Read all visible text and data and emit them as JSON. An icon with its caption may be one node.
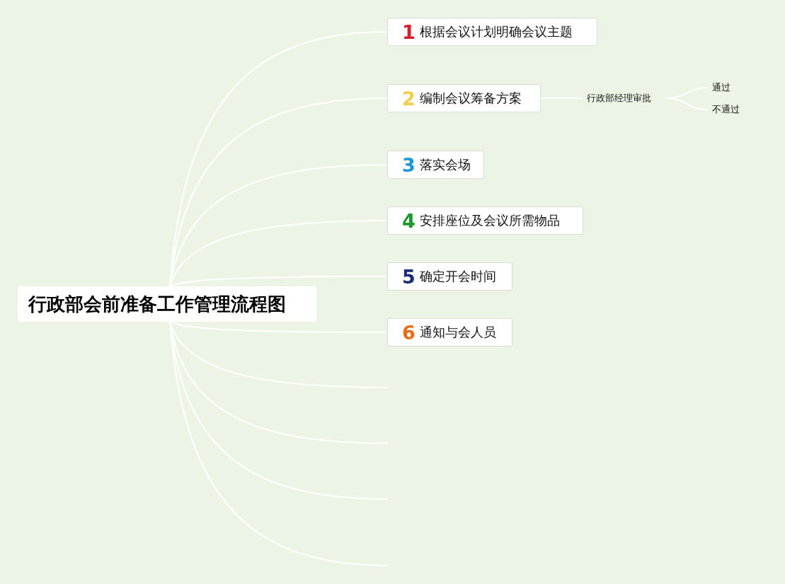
{
  "diagram": {
    "nodes": [
      {
        "text": [
          "行政部会前准备工作管理流程图"
        ]
      },
      {
        "text": [
          "1",
          "根据会议计划明确会议主题"
        ]
      },
      {
        "text": [
          "2",
          "编制会议筹备方案"
        ]
      },
      {
        "text": [
          "3",
          "落实会场"
        ]
      },
      {
        "text": [
          "4",
          "安排座位及会议所需物品"
        ]
      },
      {
        "text": [
          "5",
          "确定开会时间"
        ]
      },
      {
        "text": [
          "6",
          "通知与会人员"
        ]
      },
      {
        "text": [
          "行政部经理审批"
        ]
      },
      {
        "text": [
          "通过"
        ]
      },
      {
        "text": [
          "不通过"
        ]
      }
    ],
    "edges": [
      {
        "from": 0,
        "to": 1,
        "arrow": "none"
      },
      {
        "from": 0,
        "to": 2,
        "arrow": "none"
      },
      {
        "from": 0,
        "to": 3,
        "arrow": "none"
      },
      {
        "from": 0,
        "to": 4,
        "arrow": "none"
      },
      {
        "from": 0,
        "to": 5,
        "arrow": "none"
      },
      {
        "from": 0,
        "to": 6,
        "arrow": "none"
      },
      {
        "from": 0,
        "to": null,
        "arrow": "none"
      },
      {
        "from": 0,
        "to": null,
        "arrow": "none"
      },
      {
        "from": 0,
        "to": null,
        "arrow": "none"
      },
      {
        "from": 0,
        "to": null,
        "arrow": "none"
      },
      {
        "from": 2,
        "to": 7,
        "arrow": "none"
      },
      {
        "from": 7,
        "to": 8,
        "arrow": "none"
      },
      {
        "from": 7,
        "to": 9,
        "arrow": "none"
      }
    ]
  }
}
